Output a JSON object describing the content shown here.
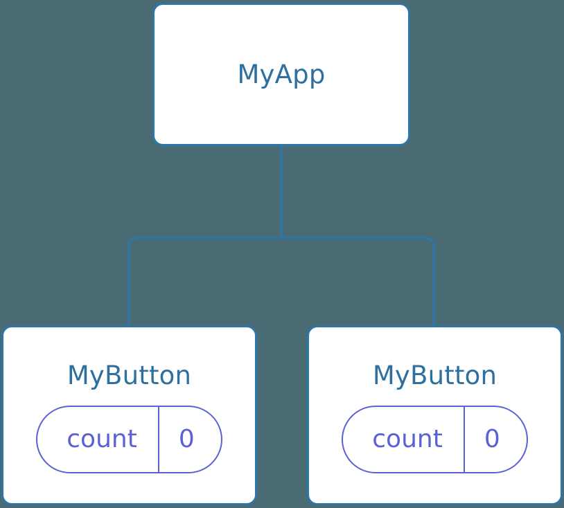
{
  "diagram": {
    "type": "component-tree",
    "background_color": "#4a6a74",
    "node_border_color": "#2d76a8",
    "node_fill_color": "#ffffff",
    "node_title_color": "#2d6f9e",
    "edge_color": "#2d76a8",
    "state_accent_color": "#5a61d4"
  },
  "root": {
    "title": "MyApp"
  },
  "children": [
    {
      "title": "MyButton",
      "state": {
        "key": "count",
        "value": "0"
      }
    },
    {
      "title": "MyButton",
      "state": {
        "key": "count",
        "value": "0"
      }
    }
  ]
}
